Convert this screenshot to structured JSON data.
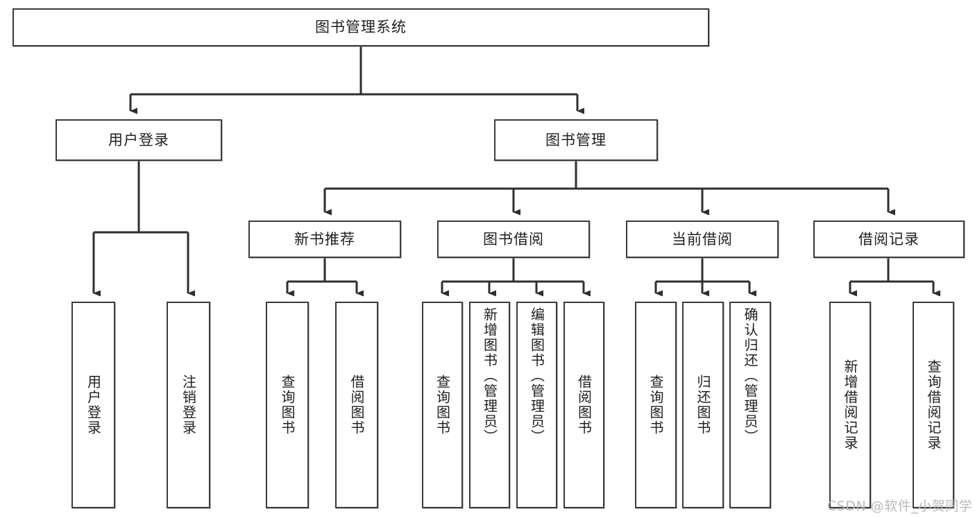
{
  "diagram": {
    "title": "图书管理系统",
    "type": "tree-hierarchy",
    "root": {
      "id": "root",
      "label": "图书管理系统"
    },
    "level2": [
      {
        "id": "user-login",
        "label": "用户登录"
      },
      {
        "id": "book-manage",
        "label": "图书管理"
      }
    ],
    "level3": [
      {
        "id": "new-book-recommend",
        "label": "新书推荐",
        "parent": "book-manage"
      },
      {
        "id": "book-borrow",
        "label": "图书借阅",
        "parent": "book-manage"
      },
      {
        "id": "current-borrow",
        "label": "当前借阅",
        "parent": "book-manage"
      },
      {
        "id": "borrow-record",
        "label": "借阅记录",
        "parent": "book-manage"
      }
    ],
    "leaves": [
      {
        "id": "leaf-user-login",
        "label": "用户登录",
        "parent": "user-login"
      },
      {
        "id": "leaf-user-logout",
        "label": "注销登录",
        "parent": "user-login"
      },
      {
        "id": "leaf-query-book-1",
        "label": "查询图书",
        "parent": "new-book-recommend"
      },
      {
        "id": "leaf-borrow-book-1",
        "label": "借阅图书",
        "parent": "new-book-recommend"
      },
      {
        "id": "leaf-query-book-2",
        "label": "查询图书",
        "parent": "book-borrow"
      },
      {
        "id": "leaf-add-book",
        "label": "新增图书（管理员）",
        "parent": "book-borrow"
      },
      {
        "id": "leaf-edit-book",
        "label": "编辑图书（管理员）",
        "parent": "book-borrow"
      },
      {
        "id": "leaf-borrow-book-2",
        "label": "借阅图书",
        "parent": "book-borrow"
      },
      {
        "id": "leaf-query-book-3",
        "label": "查询图书",
        "parent": "current-borrow"
      },
      {
        "id": "leaf-return-book",
        "label": "归还图书",
        "parent": "current-borrow"
      },
      {
        "id": "leaf-confirm-return",
        "label": "确认归还（管理员）",
        "parent": "current-borrow"
      },
      {
        "id": "leaf-add-record",
        "label": "新增借阅记录",
        "parent": "borrow-record"
      },
      {
        "id": "leaf-query-record",
        "label": "查询借阅记录",
        "parent": "borrow-record"
      }
    ]
  },
  "watermark": {
    "text": "CSDN @软件_小贺同学"
  },
  "colors": {
    "box_border": "#3a3a3a",
    "connector": "#2e2e2e",
    "background": "#ffffff",
    "text": "#1f1f1f",
    "watermark": "#b9b9b9"
  }
}
